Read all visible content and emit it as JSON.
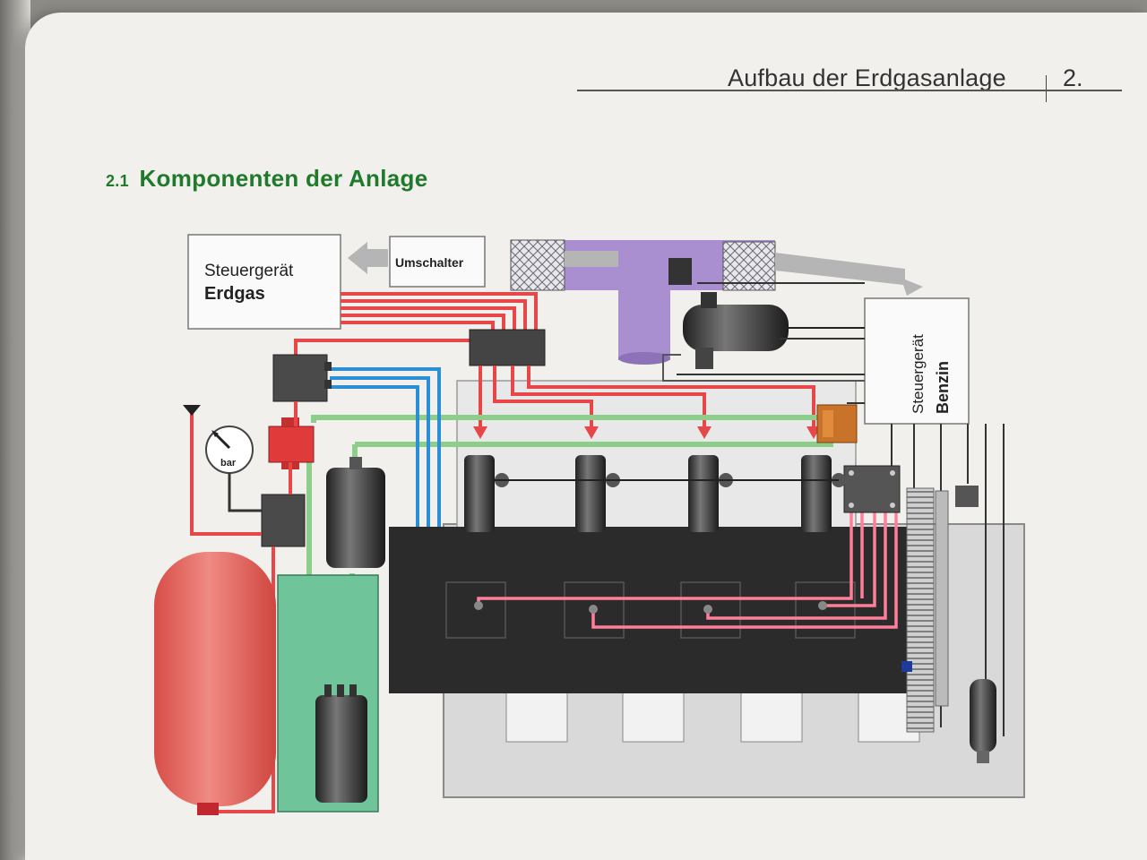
{
  "header": {
    "title": "Aufbau der Erdgasanlage",
    "chapter": "2."
  },
  "section": {
    "number": "2.1",
    "title": "Komponenten der Anlage"
  },
  "diagram": {
    "ecu_gas": {
      "line1": "Steuergerät",
      "line2": "Erdgas"
    },
    "ecu_petrol": {
      "line1": "Steuergerät",
      "line2": "Benzin"
    },
    "switch_label": "Umschalter",
    "gauge_unit": "bar",
    "colors": {
      "gas_line": "#e8474a",
      "coolant_line": "#2a8fd6",
      "green_line": "#8ccf8a",
      "engine_block": "#2b2b2b",
      "gas_tank": "#e56a63",
      "coolant_tank": "#6fc49a",
      "intake": "#a98fd0"
    }
  }
}
